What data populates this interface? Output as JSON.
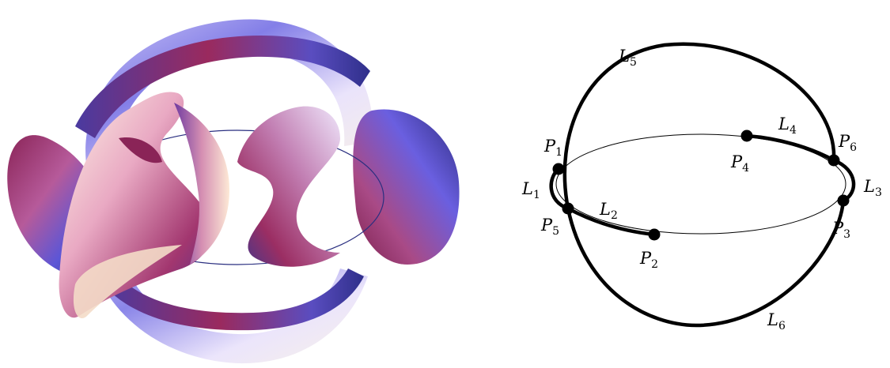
{
  "figure": {
    "points": [
      {
        "name": "P",
        "sub": "1"
      },
      {
        "name": "P",
        "sub": "2"
      },
      {
        "name": "P",
        "sub": "3"
      },
      {
        "name": "P",
        "sub": "4"
      },
      {
        "name": "P",
        "sub": "5"
      },
      {
        "name": "P",
        "sub": "6"
      }
    ],
    "lines": [
      {
        "name": "L",
        "sub": "1"
      },
      {
        "name": "L",
        "sub": "2"
      },
      {
        "name": "L",
        "sub": "3"
      },
      {
        "name": "L",
        "sub": "4"
      },
      {
        "name": "L",
        "sub": "5"
      },
      {
        "name": "L",
        "sub": "6"
      }
    ],
    "colors": {
      "ink": "#000000",
      "surface_blue": "#3b3f9e",
      "surface_magenta": "#8a2457",
      "surface_pink": "#d79ab8",
      "surface_cream": "#fbecd9",
      "surface_lavender": "#e6dcfa",
      "ring_line": "#2a2f80"
    }
  }
}
